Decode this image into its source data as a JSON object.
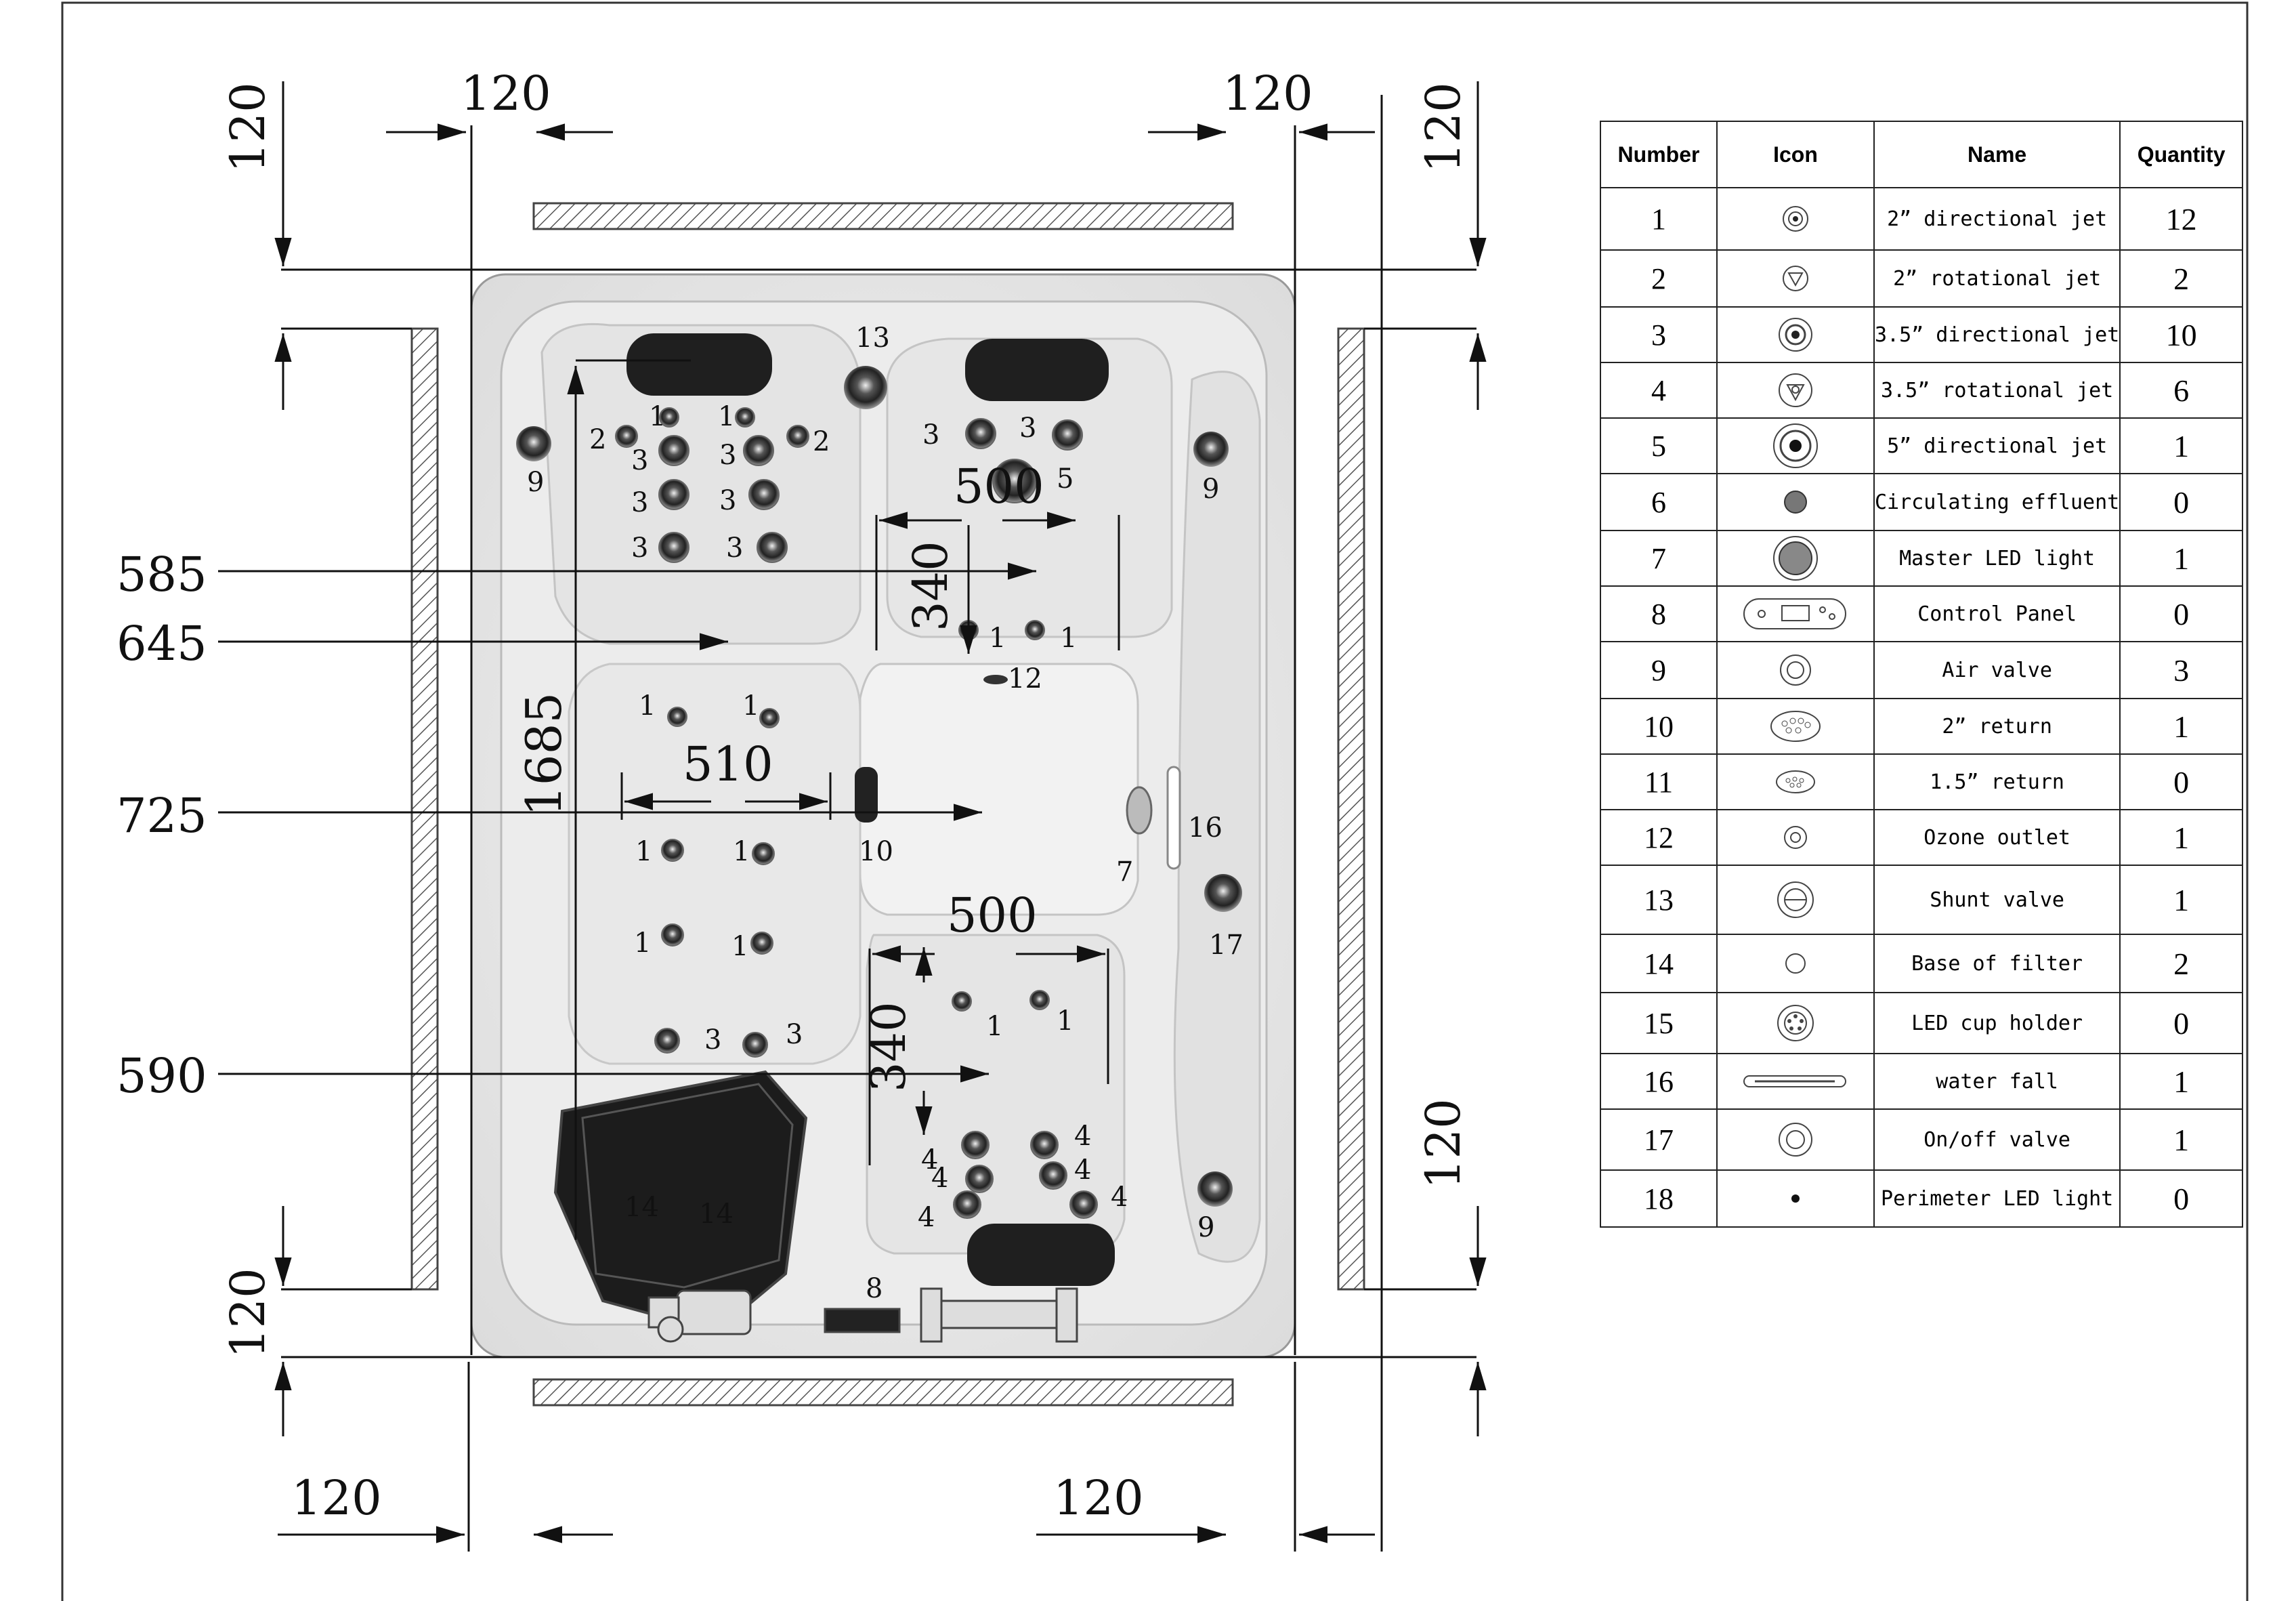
{
  "dimensions": {
    "top_left_width": "120",
    "top_right_width": "120",
    "top_left_height": "120",
    "top_right_height": "120",
    "bottom_left_height": "120",
    "bottom_right_height": "120",
    "bottom_left_width": "120",
    "bottom_right_width": "120",
    "row_585": "585",
    "row_645": "645",
    "row_725": "725",
    "row_590": "590",
    "overall_1685": "1685",
    "seat_width_510": "510",
    "seat_width_500_top": "500",
    "seat_width_500_bottom": "500",
    "seat_depth_340_top": "340",
    "seat_depth_340_bottom": "340"
  },
  "callouts": [
    {
      "id": "c1",
      "text": "1"
    },
    {
      "id": "c2",
      "text": "1"
    },
    {
      "id": "c3",
      "text": "2"
    },
    {
      "id": "c4",
      "text": "2"
    },
    {
      "id": "c5",
      "text": "3"
    },
    {
      "id": "c6",
      "text": "3"
    },
    {
      "id": "c7",
      "text": "3"
    },
    {
      "id": "c8",
      "text": "3"
    },
    {
      "id": "c9",
      "text": "3"
    },
    {
      "id": "c10",
      "text": "3"
    },
    {
      "id": "c11",
      "text": "3"
    },
    {
      "id": "c12",
      "text": "3"
    },
    {
      "id": "c13",
      "text": "13"
    },
    {
      "id": "c14",
      "text": "5"
    },
    {
      "id": "c15",
      "text": "9"
    },
    {
      "id": "c16",
      "text": "9"
    },
    {
      "id": "c17",
      "text": "1"
    },
    {
      "id": "c18",
      "text": "1"
    },
    {
      "id": "c19",
      "text": "12"
    },
    {
      "id": "c20",
      "text": "1"
    },
    {
      "id": "c21",
      "text": "1"
    },
    {
      "id": "c22",
      "text": "10"
    },
    {
      "id": "c23",
      "text": "1"
    },
    {
      "id": "c24",
      "text": "1"
    },
    {
      "id": "c25",
      "text": "1"
    },
    {
      "id": "c26",
      "text": "1"
    },
    {
      "id": "c27",
      "text": "16"
    },
    {
      "id": "c28",
      "text": "7"
    },
    {
      "id": "c29",
      "text": "17"
    },
    {
      "id": "c30",
      "text": "1"
    },
    {
      "id": "c31",
      "text": "1"
    },
    {
      "id": "c32",
      "text": "3"
    },
    {
      "id": "c33",
      "text": "3"
    },
    {
      "id": "c34",
      "text": "4"
    },
    {
      "id": "c35",
      "text": "4"
    },
    {
      "id": "c36",
      "text": "4"
    },
    {
      "id": "c37",
      "text": "4"
    },
    {
      "id": "c38",
      "text": "4"
    },
    {
      "id": "c39",
      "text": "4"
    },
    {
      "id": "c40",
      "text": "9"
    },
    {
      "id": "c41",
      "text": "14"
    },
    {
      "id": "c42",
      "text": "14"
    },
    {
      "id": "c43",
      "text": "8"
    },
    {
      "id": "c44",
      "text": "9"
    }
  ],
  "legend": {
    "headers": {
      "number": "Number",
      "icon": "Icon",
      "name": "Name",
      "quantity": "Quantity"
    },
    "rows": [
      {
        "number": "1",
        "icon": "directional-jet-2-icon",
        "name": "2”  directional jet",
        "quantity": "12"
      },
      {
        "number": "2",
        "icon": "rotational-jet-2-icon",
        "name": "2”  rotational jet",
        "quantity": "2"
      },
      {
        "number": "3",
        "icon": "directional-jet-35-icon",
        "name": "3.5”  directional jet",
        "quantity": "10"
      },
      {
        "number": "4",
        "icon": "rotational-jet-35-icon",
        "name": "3.5”  rotational jet",
        "quantity": "6"
      },
      {
        "number": "5",
        "icon": "directional-jet-5-icon",
        "name": "5”  directional jet",
        "quantity": "1"
      },
      {
        "number": "6",
        "icon": "circulating-effluent-icon",
        "name": "Circulating effluent",
        "quantity": "0"
      },
      {
        "number": "7",
        "icon": "master-led-light-icon",
        "name": "Master LED light",
        "quantity": "1"
      },
      {
        "number": "8",
        "icon": "control-panel-icon",
        "name": "Control Panel",
        "quantity": "0"
      },
      {
        "number": "9",
        "icon": "air-valve-icon",
        "name": "Air valve",
        "quantity": "3"
      },
      {
        "number": "10",
        "icon": "return-2-icon",
        "name": "2”  return",
        "quantity": "1"
      },
      {
        "number": "11",
        "icon": "return-15-icon",
        "name": "1.5”  return",
        "quantity": "0"
      },
      {
        "number": "12",
        "icon": "ozone-outlet-icon",
        "name": "Ozone outlet",
        "quantity": "1"
      },
      {
        "number": "13",
        "icon": "shunt-valve-icon",
        "name": "Shunt valve",
        "quantity": "1"
      },
      {
        "number": "14",
        "icon": "filter-base-icon",
        "name": "Base of filter",
        "quantity": "2"
      },
      {
        "number": "15",
        "icon": "led-cup-holder-icon",
        "name": "LED cup holder",
        "quantity": "0"
      },
      {
        "number": "16",
        "icon": "water-fall-icon",
        "name": "water fall",
        "quantity": "1"
      },
      {
        "number": "17",
        "icon": "on-off-valve-icon",
        "name": "On/off  valve",
        "quantity": "1"
      },
      {
        "number": "18",
        "icon": "perimeter-led-light-icon",
        "name": "Perimeter LED light",
        "quantity": "0"
      }
    ]
  }
}
